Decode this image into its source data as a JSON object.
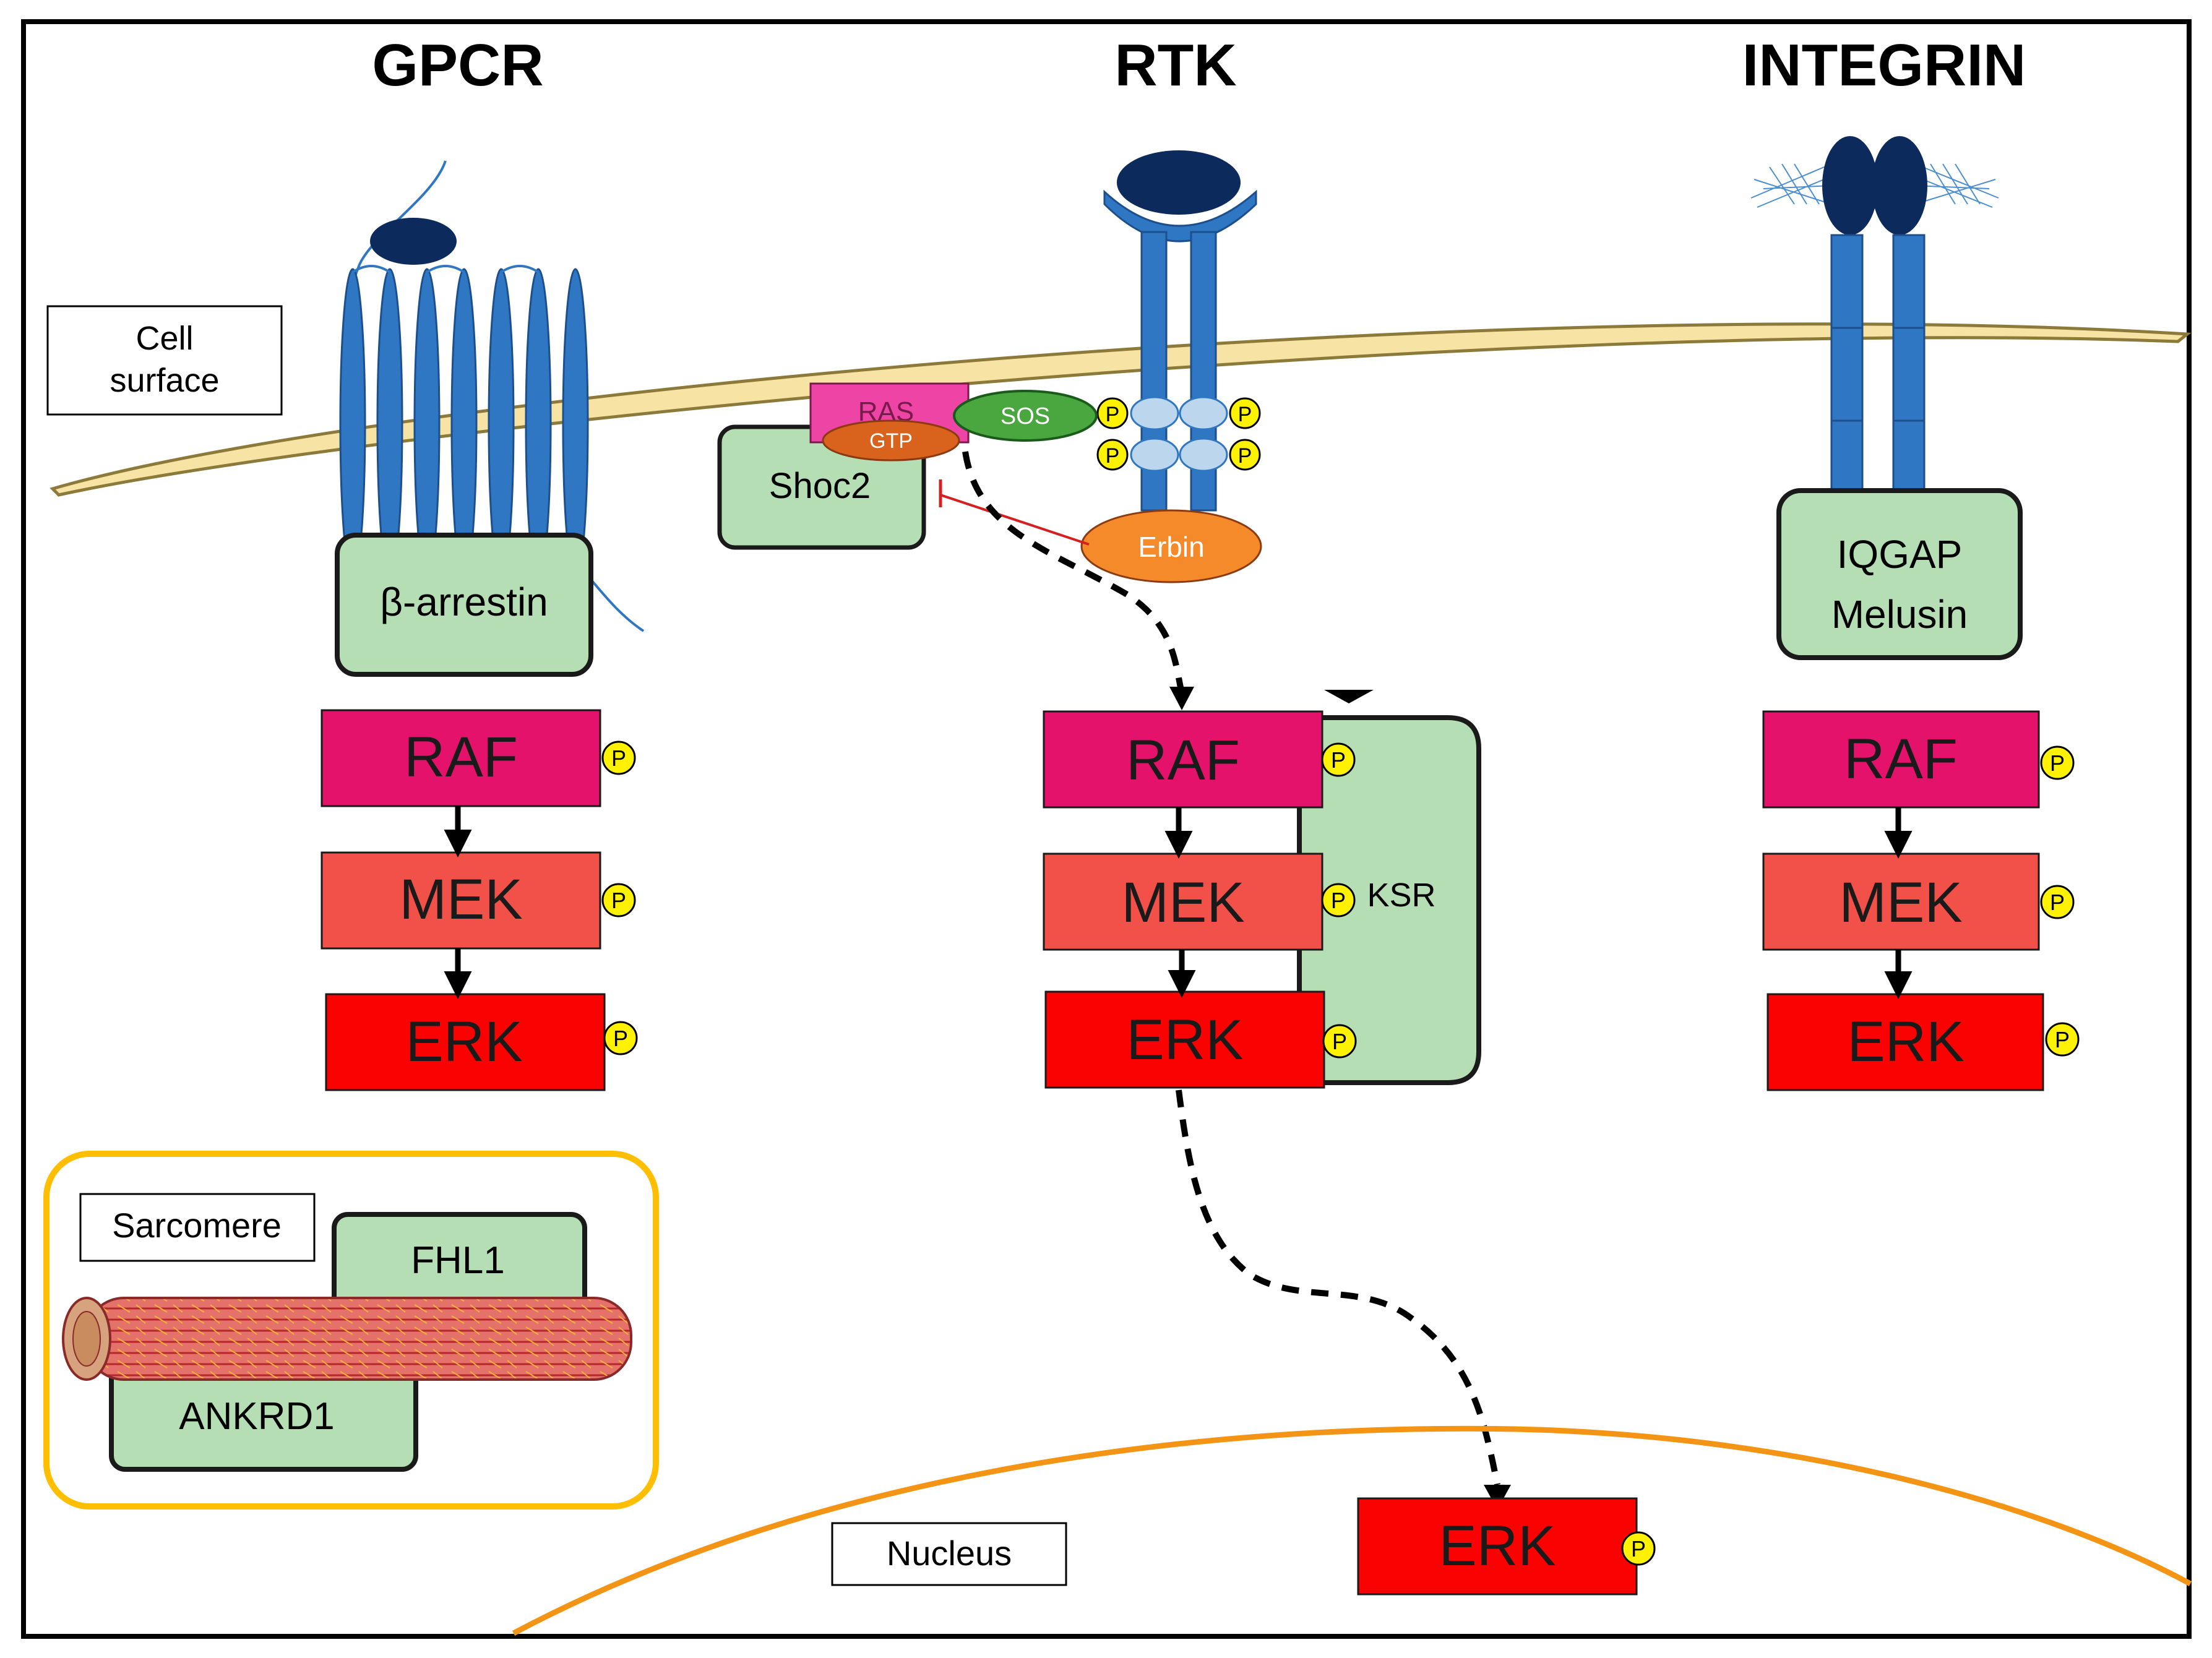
{
  "receptors": {
    "gpcr": "GPCR",
    "rtk": "RTK",
    "integrin": "INTEGRIN"
  },
  "labels": {
    "cell_surface_line1": "Cell",
    "cell_surface_line2": "surface",
    "nucleus": "Nucleus",
    "sarcomere": "Sarcomere"
  },
  "scaffolds": {
    "beta_arrestin": "β-arrestin",
    "shoc2": "Shoc2",
    "erbin": "Erbin",
    "ksr": "KSR",
    "iqgap": "IQGAP",
    "melusin": "Melusin",
    "fhl1": "FHL1",
    "ankrd1": "ANKRD1"
  },
  "rtk_complex": {
    "ras": "RAS",
    "gtp": "GTP",
    "sos": "SOS"
  },
  "cascade": {
    "raf": "RAF",
    "mek": "MEK",
    "erk": "ERK",
    "phospho": "P"
  },
  "colors": {
    "raf": "#e4126b",
    "mek": "#f2514a",
    "erk": "#fa0202",
    "scaffold": "#b5deb5",
    "receptor_blue": "#2f76c3",
    "ligand_navy": "#0c2a5b",
    "membrane": "#f7e3a3",
    "sarcomere_border": "#ffbf00",
    "nuclear_envelope": "#f39415",
    "phospho": "#fff200",
    "erbin": "#f58a2b",
    "sos": "#4aa63e",
    "gtp": "#d9621c",
    "ras": "#ee44a6",
    "muscle": "#e4716a"
  }
}
